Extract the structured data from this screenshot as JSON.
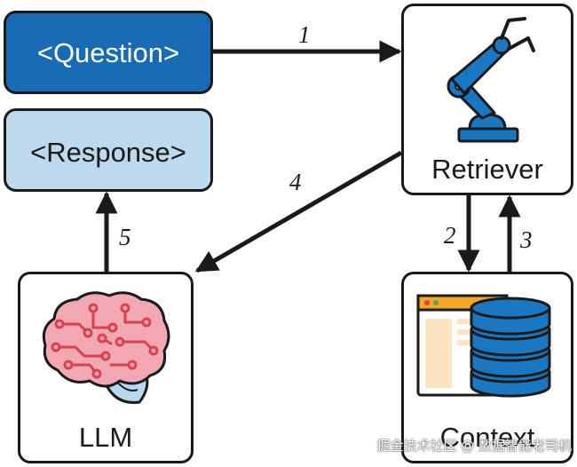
{
  "nodes": {
    "question": "<Question>",
    "response": "<Response>",
    "retriever": "Retriever",
    "llm": "LLM",
    "context": "Context"
  },
  "edges": [
    {
      "label": "1",
      "from": "question",
      "to": "retriever"
    },
    {
      "label": "2",
      "from": "retriever",
      "to": "context"
    },
    {
      "label": "3",
      "from": "context",
      "to": "retriever"
    },
    {
      "label": "4",
      "from": "retriever",
      "to": "llm"
    },
    {
      "label": "5",
      "from": "llm",
      "to": "response"
    }
  ],
  "icons": {
    "retriever": "robot-arm-icon",
    "llm": "brain-icon",
    "context": "database-document-icon"
  },
  "colors": {
    "question_fill": "#1a6bb5",
    "response_fill": "#bcd9ee",
    "accent_blue": "#1a78c2",
    "brain_pink": "#f2a8b2",
    "brain_red": "#d9414e",
    "window_orange": "#f5a623"
  },
  "watermark": "掘金技术社区 @ 数据智能老司机"
}
